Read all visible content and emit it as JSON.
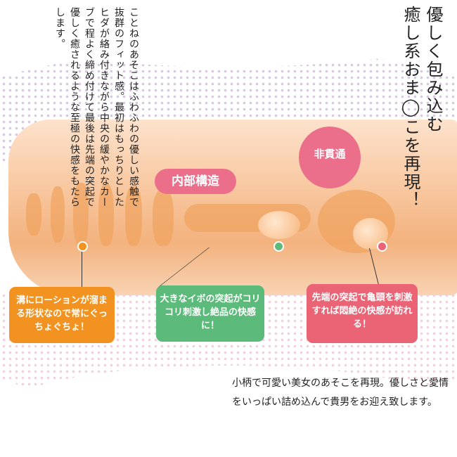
{
  "intro_text": "ことねのあそこはふわふわの優しい感触で抜群のフィット感。最初はもっちりとしたヒダが絡み付きながら中央の緩やかなカーブで程よく締め付けて最後は先端の突起で優しく癒されるような至極の快感をもたらします。",
  "headline": {
    "line1": "優しく包み込む",
    "line2": "癒し系おま◯こを再現！"
  },
  "labels": {
    "internal_structure": "内部構造",
    "non_through": "非貫通"
  },
  "callouts": {
    "orange": "溝にローションが溜まる形状なので常にぐっちょぐちょ！",
    "green": "大きなイボの突起がコリコリ刺激し絶品の快感に！",
    "red": "先端の突起で亀頭を刺激すれば悶絶の快感が訪れる！"
  },
  "body_text": "小柄で可愛い美女のあそこを再現。優しさと愛情をいっぱい詰め込んで貴男をお迎え致します。",
  "colors": {
    "orange": "#f29321",
    "green": "#5cbb7b",
    "red": "#ea6476",
    "pink": "#eb6e8a",
    "dots_purple": "#b89ac8",
    "dots_pink": "#e9a7c4"
  }
}
